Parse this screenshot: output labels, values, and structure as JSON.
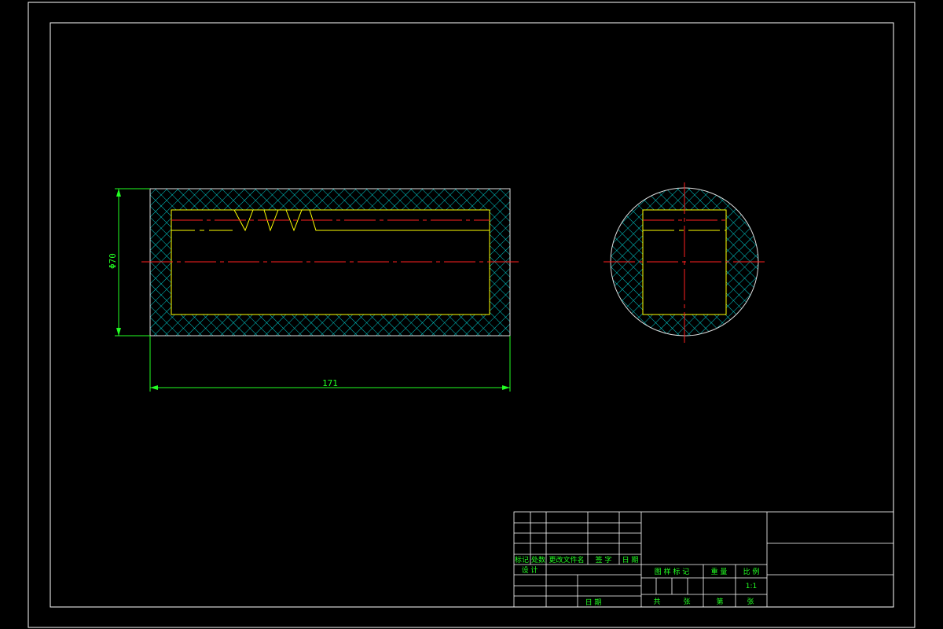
{
  "colors": {
    "background": "#000000",
    "frame": "#ffffff",
    "hatch": "#00ffff",
    "outline": "#ffff00",
    "centerline": "#ff2020",
    "dimension": "#22ff22"
  },
  "dimensions": {
    "diameter_label": "Φ70",
    "length_label": "171"
  },
  "title_block": {
    "header_mark": "标记",
    "header_count": "处数",
    "header_change_doc": "更改文件名",
    "header_signature": "签 字",
    "header_date": "日 期",
    "design": "设 计",
    "date_bottom": "日 期",
    "drawing_mark": "图 样 标 记",
    "weight": "重 量",
    "scale_label": "比 例",
    "scale_value": "1:1",
    "sheets_total_a": "共",
    "sheets_total_b": "张",
    "sheet_no_a": "第",
    "sheet_no_b": "张"
  }
}
